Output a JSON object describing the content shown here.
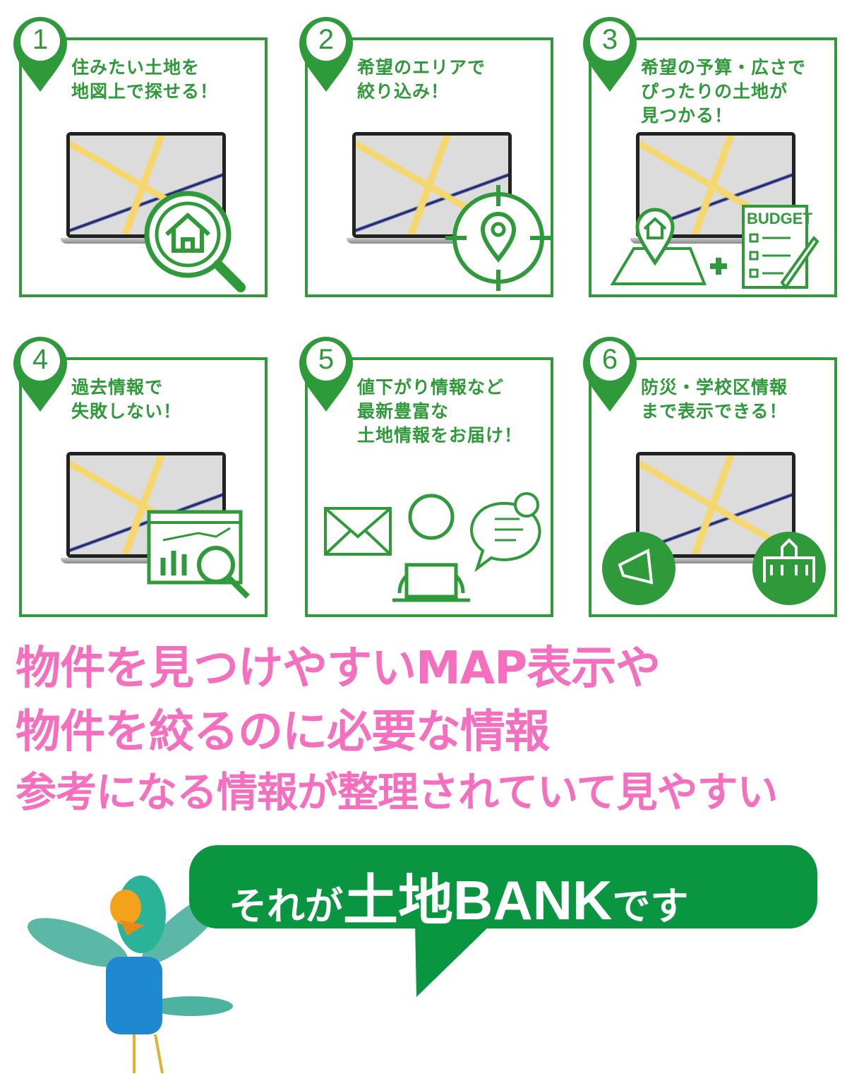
{
  "colors": {
    "green": "#2e9a3a",
    "pink": "#f46fbe",
    "bubble": "#0a9640"
  },
  "cards": [
    {
      "num": "1",
      "text": "住みたい土地を\n地図上で探せる！",
      "icon": "house-magnifier-icon"
    },
    {
      "num": "2",
      "text": "希望のエリアで\n絞り込み！",
      "icon": "location-target-icon"
    },
    {
      "num": "3",
      "text": "希望の予算・広さで\nぴったりの土地が\n見つかる！",
      "icon": "budget-checklist-icon",
      "badge": "BUDGET"
    },
    {
      "num": "4",
      "text": "過去情報で\n失敗しない！",
      "icon": "chart-analysis-icon"
    },
    {
      "num": "5",
      "text": "値下がり情報など\n最新豊富な\n土地情報をお届け！",
      "icon": "person-laptop-icon"
    },
    {
      "num": "6",
      "text": "防災・学校区情報\nまで表示できる！",
      "icon": "megaphone-school-icon"
    }
  ],
  "headline": [
    "物件を見つけやすいMAP表示や",
    "物件を絞るのに必要な情報",
    "参考になる情報が整理されていて見やすい"
  ],
  "bubble": {
    "pre": "それが",
    "brand": "土地BANK",
    "post": "です"
  }
}
